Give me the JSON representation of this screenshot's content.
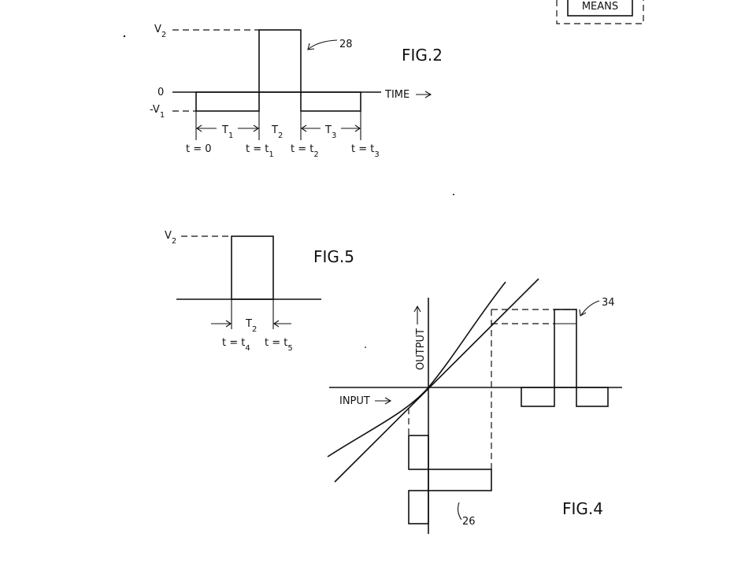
{
  "means_box": {
    "label": "MEANS"
  },
  "fig2": {
    "title": "FIG.2",
    "ref": "28",
    "y_labels": {
      "v2": "V",
      "v2_sub": "2",
      "zero": "0",
      "neg_v1": "-V",
      "neg_v1_sub": "1"
    },
    "axis_label": "TIME",
    "interval_labels": [
      {
        "text": "T",
        "sub": "1"
      },
      {
        "text": "T",
        "sub": "2"
      },
      {
        "text": "T",
        "sub": "3"
      }
    ],
    "time_labels": [
      {
        "text": "t = 0",
        "sub": ""
      },
      {
        "text": "t = t",
        "sub": "1"
      },
      {
        "text": "t = t",
        "sub": "2"
      },
      {
        "text": "t = t",
        "sub": "3"
      }
    ]
  },
  "fig5": {
    "title": "FIG.5",
    "y_labels": {
      "v2": "V",
      "v2_sub": "2"
    },
    "interval_label": {
      "text": "T",
      "sub": "2"
    },
    "time_labels": [
      {
        "text": "t = t",
        "sub": "4"
      },
      {
        "text": "t = t",
        "sub": "5"
      }
    ]
  },
  "fig4": {
    "title": "FIG.4",
    "ref_34": "34",
    "ref_26": "26",
    "axis_labels": {
      "output": "OUTPUT",
      "input": "INPUT"
    }
  },
  "colors": {
    "ink": "#111111",
    "paper": "#ffffff"
  }
}
